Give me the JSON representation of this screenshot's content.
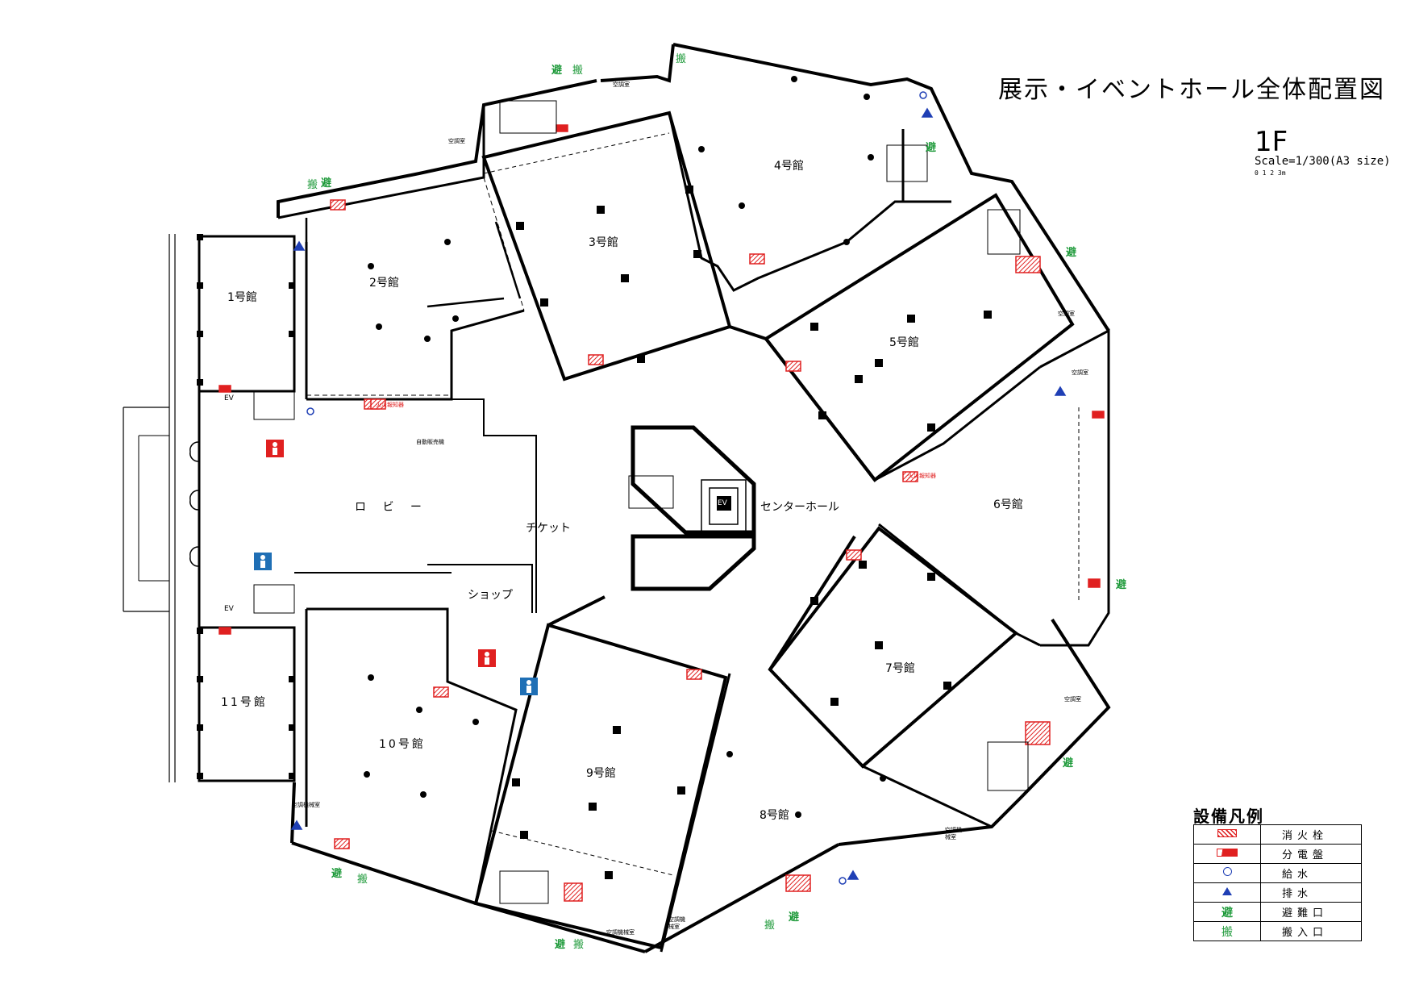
{
  "header": {
    "title": "展示・イベントホール全体配置図",
    "floor": "1F",
    "scale": "Scale=1/300(A3 size)",
    "scale_ticks": "0  1  2  3m"
  },
  "halls": {
    "h1": "1号館",
    "h2": "2号館",
    "h3": "3号館",
    "h4": "4号館",
    "h5": "5号館",
    "h6": "6号館",
    "h7": "7号館",
    "h8": "8号館",
    "h9": "9号館",
    "h10": "10号館",
    "h11": "11号館"
  },
  "rooms": {
    "lobby": "ロ ビ ー",
    "center_hall": "センターホール",
    "ticket": "チケット",
    "shop": "ショップ",
    "ev": "EV",
    "vending": "自動販売機",
    "fire_alarm": "火災報知器",
    "ac_room": "空調室",
    "ac_machine_room": "空調機械室",
    "ac_room_split": "空調機械室"
  },
  "marks": {
    "exit": "避",
    "entrance": "搬"
  },
  "legend": {
    "title": "設備凡例",
    "items": [
      {
        "icon": "hydrant-icon",
        "label": "消火栓"
      },
      {
        "icon": "panel-icon",
        "label": "分電盤"
      },
      {
        "icon": "water-supply-icon",
        "label": "給水"
      },
      {
        "icon": "drain-icon",
        "label": "排水"
      },
      {
        "icon": "exit-icon",
        "label": "避難口"
      },
      {
        "icon": "loading-entrance-icon",
        "label": "搬入口"
      }
    ]
  },
  "colors": {
    "wall": "#000000",
    "equipment": "#e02020",
    "water": "#1f3fb5",
    "exit": "#1e9a3a"
  }
}
